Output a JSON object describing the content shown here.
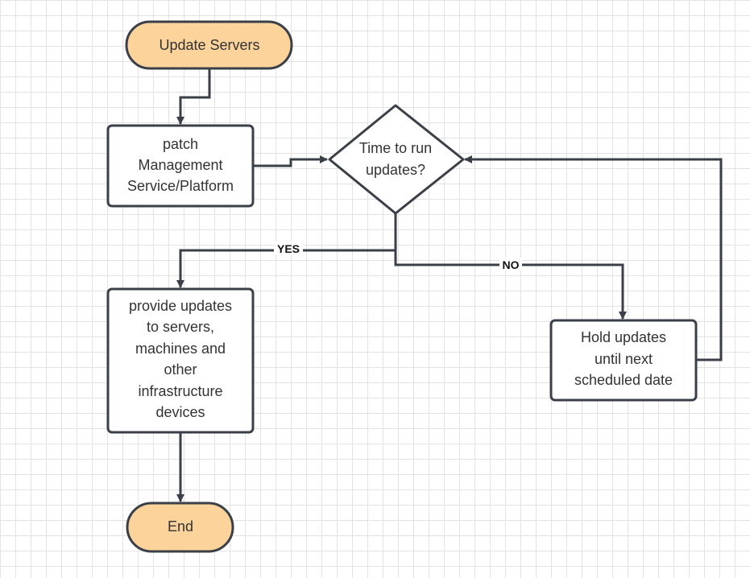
{
  "colors": {
    "terminal_fill": "#fbd39b",
    "box_fill": "#ffffff",
    "stroke": "#3a3f48",
    "text": "#333333"
  },
  "nodes": {
    "start": {
      "lines": [
        "Update Servers"
      ]
    },
    "patch": {
      "lines": [
        "patch",
        "Management",
        "Service/Platform"
      ]
    },
    "decision": {
      "lines": [
        "Time to run",
        "updates?"
      ]
    },
    "provide": {
      "lines": [
        "provide updates",
        "to servers,",
        "machines and",
        "other",
        "infrastructure",
        "devices"
      ]
    },
    "hold": {
      "lines": [
        "Hold updates",
        "until next",
        "scheduled date"
      ]
    },
    "end": {
      "lines": [
        "End"
      ]
    }
  },
  "edges": {
    "yes_label": "YES",
    "no_label": "NO"
  }
}
